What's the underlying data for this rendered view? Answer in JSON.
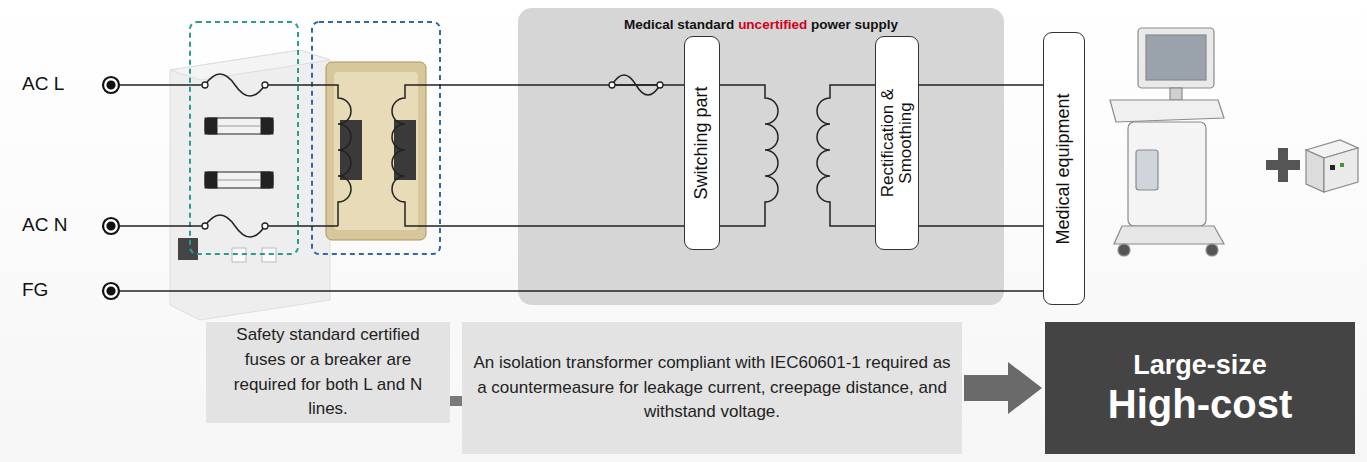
{
  "diagram": {
    "nodes": [
      {
        "text": [
          "Medical standard",
          "uncertified",
          "power supply"
        ]
      },
      {
        "text": [
          "Switching part"
        ],
        "in": 0
      },
      {
        "text": [
          "Rectification & Smoothing"
        ],
        "in": 0
      },
      {
        "text": [
          "Medical equipment"
        ]
      },
      {
        "text": [
          "Safety standard certified fuses or a breaker are required for both L and N lines."
        ]
      },
      {
        "text": [
          "An isolation transformer compliant with IEC60601-1 required as a countermeasure for leakage current, creepage distance, and withstand voltage."
        ]
      },
      {
        "text": [
          "Large-size",
          "High-cost"
        ]
      }
    ],
    "edges": [
      {
        "from": 2,
        "to": 3,
        "arrow": "none"
      },
      {
        "from": 4,
        "to": 5,
        "arrow": "none"
      },
      {
        "from": 5,
        "to": 6,
        "arrow": "to"
      }
    ],
    "labels": [
      "AC L",
      "AC N",
      "FG"
    ]
  }
}
